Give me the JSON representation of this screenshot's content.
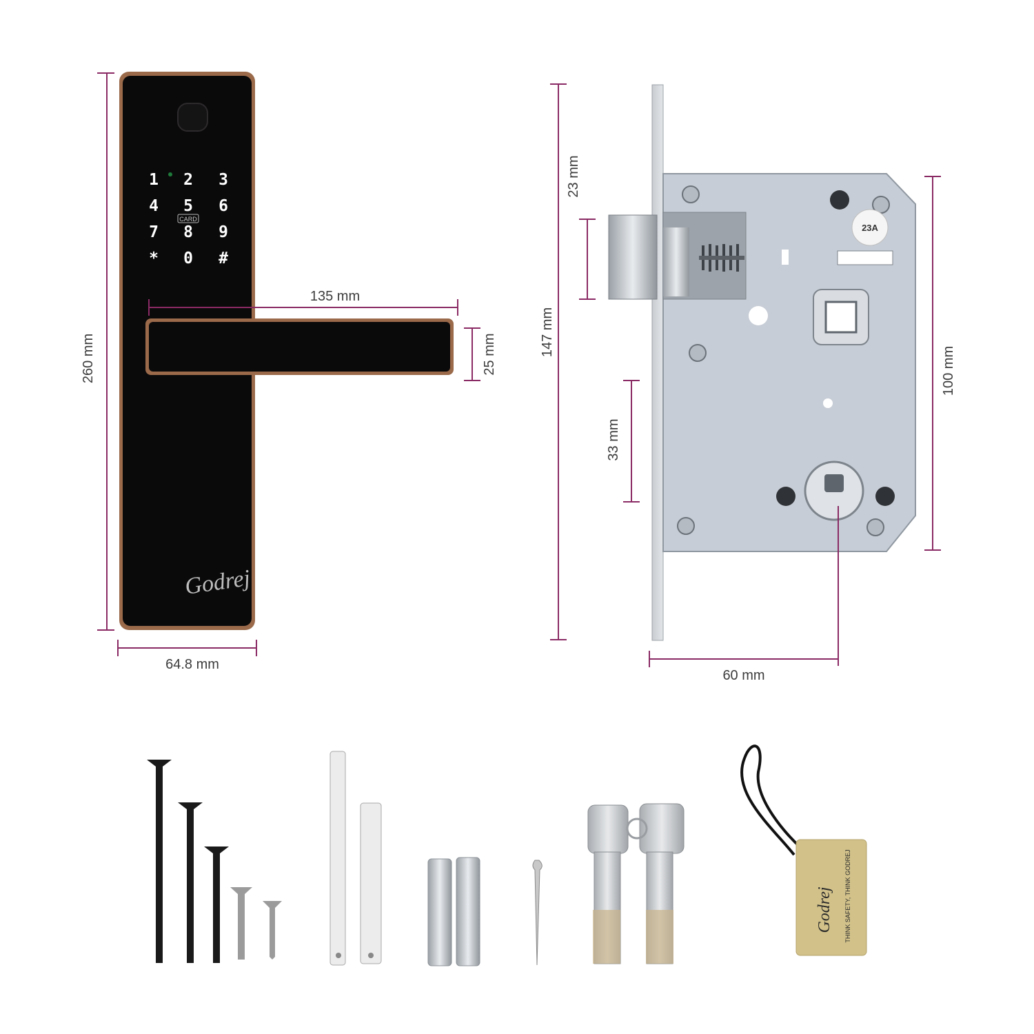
{
  "dimensions": {
    "lock_height": "260 mm",
    "lock_width": "64.8 mm",
    "handle_length": "135 mm",
    "handle_height": "25 mm",
    "mortise_height": "147 mm",
    "latch_offset": "23 mm",
    "body_height": "100 mm",
    "deadbolt_offset": "33 mm",
    "backset": "60 mm"
  },
  "keypad": {
    "keys": [
      "1",
      "2",
      "3",
      "4",
      "5",
      "6",
      "7",
      "8",
      "9",
      "*",
      "0",
      "#"
    ],
    "card_label": "CARD"
  },
  "brand": {
    "logo_text": "Godrej",
    "tag_slogan": "THINK SAFETY, THINK GODREJ"
  },
  "mortise_label": "23A",
  "colors": {
    "dimension_line": "#8a2a64",
    "lock_face": "#0b0a0b",
    "trim": "#9a6a4a",
    "mortise_body": "#c7cdd6",
    "tag": "#d2c28a"
  }
}
